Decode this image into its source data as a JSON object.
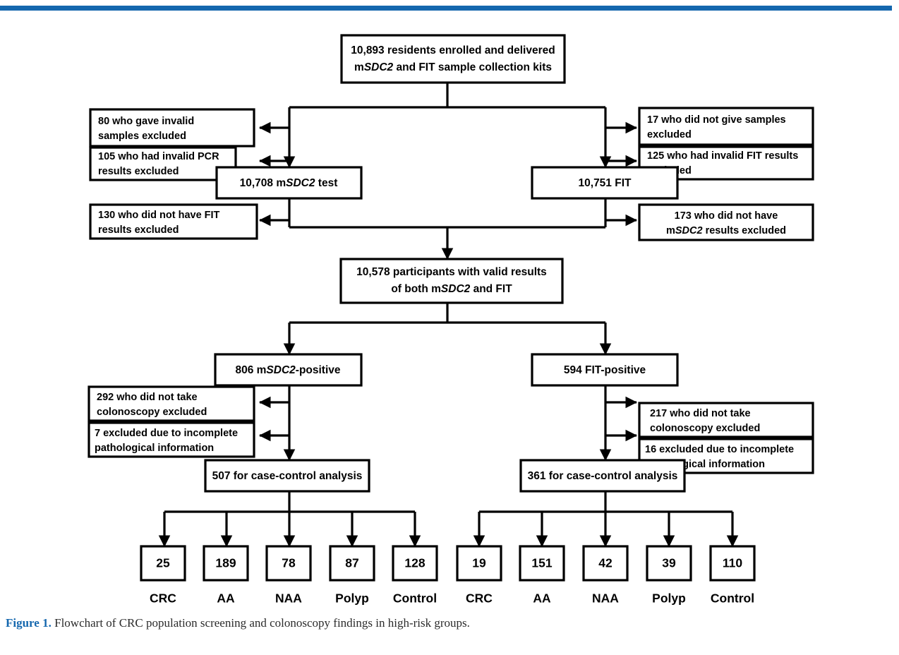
{
  "theme": {
    "rule_color": "#1467ae",
    "box_stroke": "#000000",
    "box_fill": "#ffffff",
    "caption_label_color": "#1467ae",
    "caption_text_color": "#2b2b2b"
  },
  "caption": {
    "label": "Figure 1.",
    "text": " Flowchart of CRC population screening and colonoscopy findings in high-risk groups."
  },
  "chart_data": {
    "type": "diagram",
    "title": "Flowchart of CRC population screening and colonoscopy findings in high-risk groups",
    "nodes": {
      "enrolled": {
        "line1": "10,893 residents enrolled and delivered",
        "line2_pre": "m",
        "line2_italic": "SDC2",
        "line2_post": " and FIT sample collection kits",
        "value": 10893
      },
      "excl_invalid_samples": {
        "line1": "80 who gave invalid",
        "line2": "samples excluded",
        "value": 80
      },
      "excl_invalid_pcr": {
        "line1": "105 who had invalid PCR",
        "line2": "results excluded",
        "value": 105
      },
      "excl_no_samples": {
        "line1": "17 who did not give samples",
        "line2": "excluded",
        "value": 17
      },
      "excl_invalid_fit": {
        "line1": "125 who had invalid FIT results",
        "line2": "excluded",
        "value": 125
      },
      "msdc2_test": {
        "pre": "10,708 m",
        "italic": "SDC2",
        "post": " test",
        "value": 10708
      },
      "fit_test": {
        "pre": "10,751 FIT",
        "italic": "",
        "post": "",
        "value": 10751
      },
      "excl_no_fit_results": {
        "line1": "130 who did not have FIT",
        "line2": "results excluded",
        "value": 130
      },
      "excl_no_msdc2_results": {
        "line1": "173 who did not have",
        "line2_pre": "m",
        "line2_italic": "SDC2",
        "line2_post": " results excluded",
        "value": 173
      },
      "valid_both": {
        "line1": "10,578 participants with valid results",
        "line2_pre": "of both m",
        "line2_italic": "SDC2",
        "line2_post": " and FIT",
        "value": 10578
      },
      "msdc2_positive": {
        "pre": "806 m",
        "italic": "SDC2",
        "post": "-positive",
        "value": 806
      },
      "fit_positive": {
        "pre": "594 FIT-positive",
        "italic": "",
        "post": "",
        "value": 594
      },
      "excl_no_colo_left": {
        "line1": "292 who did not take",
        "line2": "colonoscopy excluded",
        "value": 292
      },
      "excl_incomplete_path_left": {
        "line1": "7 excluded due to incomplete",
        "line2": "pathological information",
        "value": 7
      },
      "excl_no_colo_right": {
        "line1": "217 who did not take",
        "line2": "colonoscopy excluded",
        "value": 217
      },
      "excl_incomplete_path_right": {
        "line1": "16 excluded due to incomplete",
        "line2": "Pathological information",
        "value": 16
      },
      "case_control_left": {
        "text": "507 for case-control analysis",
        "value": 507
      },
      "case_control_right": {
        "text": "361 for case-control analysis",
        "value": 361
      }
    },
    "outcome_categories": [
      "CRC",
      "AA",
      "NAA",
      "Polyp",
      "Control"
    ],
    "series": [
      {
        "name": "mSDC2-positive colonoscopy findings",
        "parent": "507 for case-control analysis",
        "values": [
          25,
          189,
          78,
          87,
          128
        ]
      },
      {
        "name": "FIT-positive colonoscopy findings",
        "parent": "361 for case-control analysis",
        "values": [
          19,
          151,
          42,
          39,
          110
        ]
      }
    ]
  }
}
